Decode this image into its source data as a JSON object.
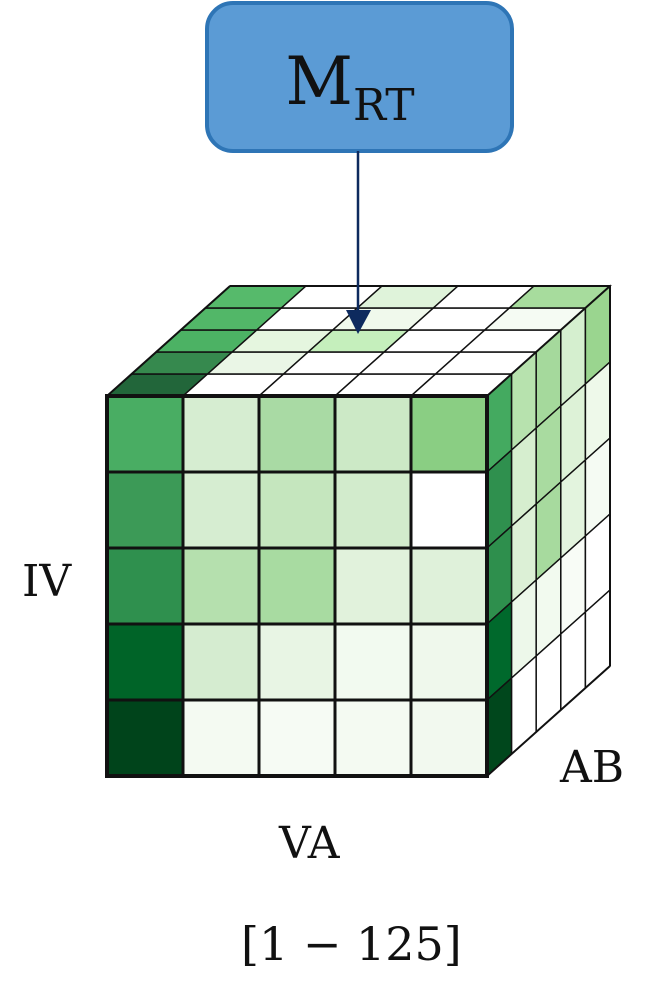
{
  "model_box": {
    "label_main": "M",
    "label_sub": "RT",
    "fill": "#5B9BD5",
    "stroke": "#2E75B6"
  },
  "arrow": {
    "color": "#0D2A5E"
  },
  "axes": {
    "vertical": "IV",
    "horizontal": "VA",
    "depth": "AB"
  },
  "range_label": "[1 − 125]",
  "cube": {
    "front_colors": [
      [
        "#49AD63",
        "#D6EDD1",
        "#A9DAA4",
        "#CCE9C6",
        "#8ACE83"
      ],
      [
        "#3C9A57",
        "#D6EDD1",
        "#C5E6BE",
        "#D2EBCC",
        "#FFFFFF"
      ],
      [
        "#2F904E",
        "#B5E0AE",
        "#A8DBA1",
        "#E1F2DC",
        "#DFF1DA"
      ],
      [
        "#006428",
        "#D5ECD0",
        "#E8F5E4",
        "#F2FAF0",
        "#EFF8EC"
      ],
      [
        "#00441B",
        "#F4FAF2",
        "#F6FBF4",
        "#F4FAF2",
        "#F2F9EF"
      ]
    ],
    "top_colors": [
      [
        "#56BA6B",
        "#FFFFFF",
        "#DFF3DA",
        "#FFFFFF",
        "#A7DC9D"
      ],
      [
        "#52B768",
        "#FFFFFF",
        "#F0F9EC",
        "#FFFFFF",
        "#F5FBF3"
      ],
      [
        "#4CB264",
        "#E5F6DF",
        "#C5EFBC",
        "#FFFFFF",
        "#FFFFFF"
      ],
      [
        "#36894E",
        "#EAF6E6",
        "#FFFFFF",
        "#FFFFFF",
        "#FFFFFF"
      ],
      [
        "#22663A",
        "#FFFFFF",
        "#FFFFFF",
        "#FFFFFF",
        "#FFFFFF"
      ]
    ],
    "side_colors": [
      [
        "#44AA60",
        "#B7E2AE",
        "#A5D99C",
        "#D5EFCF",
        "#9AD58F"
      ],
      [
        "#2F904E",
        "#D6EECF",
        "#A9DBA0",
        "#DDF2D7",
        "#EEF9EA"
      ],
      [
        "#2E8F4D",
        "#DCF0D6",
        "#A7DA9E",
        "#E3F4DE",
        "#F5FBF3"
      ],
      [
        "#00692C",
        "#EDF8EA",
        "#F2FAEF",
        "#F8FCF6",
        "#FFFFFF"
      ],
      [
        "#00471C",
        "#FFFFFF",
        "#FFFFFF",
        "#FFFFFF",
        "#FFFFFF"
      ]
    ]
  }
}
